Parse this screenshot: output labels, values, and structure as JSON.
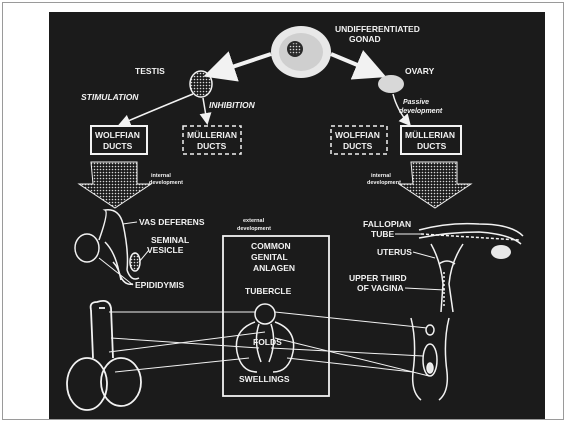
{
  "labels": {
    "undifferentiated": "UNDIFFERENTIATED",
    "gonad": "GONAD",
    "testis": "TESTIS",
    "ovary": "OVARY",
    "stimulation": "STIMULATION",
    "inhibition": "INHIBITION",
    "passive_1": "Passive",
    "passive_2": "development",
    "wolffian_1": "WOLFFIAN",
    "mullerian_1": "MÜLLERIAN",
    "ducts": "DUCTS",
    "internal_1": "internal",
    "internal_2": "development",
    "external_1": "external",
    "external_2": "development",
    "vas_deferens": "VAS DEFERENS",
    "seminal_1": "SEMINAL",
    "seminal_2": "VESICLE",
    "epididymis": "EPIDIDYMIS",
    "fallopian_1": "FALLOPIAN",
    "fallopian_2": "TUBE",
    "uterus": "UTERUS",
    "upper_third_1": "UPPER THIRD",
    "upper_third_2": "OF VAGINA",
    "common_1": "COMMON",
    "common_2": "GENITAL",
    "common_3": "ANLAGEN",
    "tubercle": "TUBERCLE",
    "folds": "FOLDS",
    "swellings": "SWELLINGS"
  },
  "colors": {
    "background": "#1b1b1b",
    "ink": "#f2f2f2"
  }
}
